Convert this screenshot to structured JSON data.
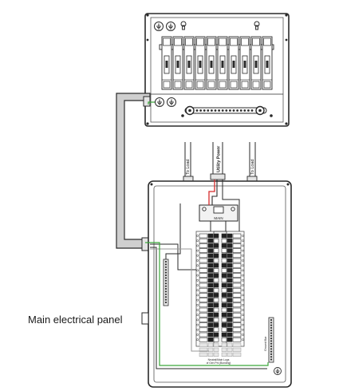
{
  "labels": {
    "main_panel": "Main electrical panel",
    "to_load_left": "To Load",
    "utility_power": "Utility Power",
    "to_load_right": "To Load",
    "main_breaker": "MAIN",
    "ground_bar": "Ground Bar",
    "neutral_note_1": "Neutral/Main Lugs",
    "neutral_note_2": "of Gen Pnl (Bonding)"
  },
  "transfer_switch": {
    "circuit_breakers": 10
  },
  "colors": {
    "line": "#2a2a2a",
    "conduit_fill": "#cfcfcf",
    "ground_wire": "#3aa63a",
    "hot_wire": "#d62b2b",
    "neutral_wire": "#9a9a9a",
    "breaker_dark": "#222222"
  }
}
